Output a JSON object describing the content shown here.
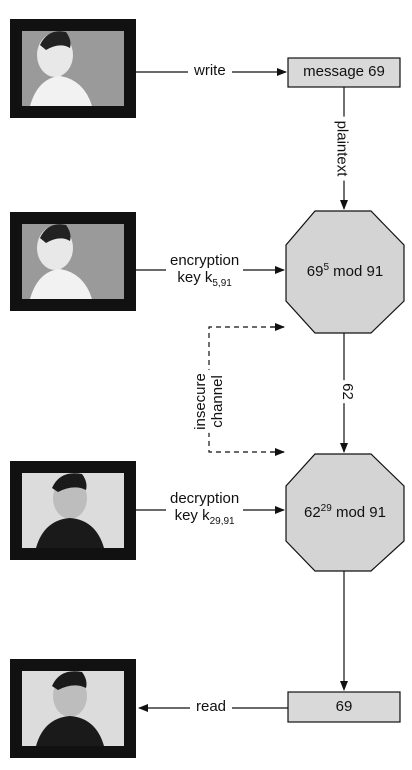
{
  "people": [
    {
      "name": "sender-portrait"
    },
    {
      "name": "encryptor-portrait"
    },
    {
      "name": "decryptor-portrait"
    },
    {
      "name": "receiver-portrait"
    }
  ],
  "labels": {
    "write": "write",
    "plaintext": "plaintext",
    "encryption_line1": "encryption",
    "encryption_key_prefix": "key k",
    "encryption_key_sub": "5,91",
    "insecure_line1": "insecure",
    "insecure_line2": "channel",
    "cipher_value": "62",
    "decryption_line1": "decryption",
    "decryption_key_prefix": "key k",
    "decryption_key_sub": "29,91",
    "read": "read"
  },
  "boxes": {
    "message": "message 69",
    "output": "69"
  },
  "octagons": {
    "encrypt_base": "69",
    "encrypt_exp": "5",
    "encrypt_rest": " mod 91",
    "decrypt_base": "62",
    "decrypt_exp": "29",
    "decrypt_rest": " mod 91"
  },
  "colors": {
    "box_fill": "#d9d9d9",
    "octagon_fill": "#d4d4d4",
    "stroke": "#111111",
    "frame": "#111111"
  }
}
